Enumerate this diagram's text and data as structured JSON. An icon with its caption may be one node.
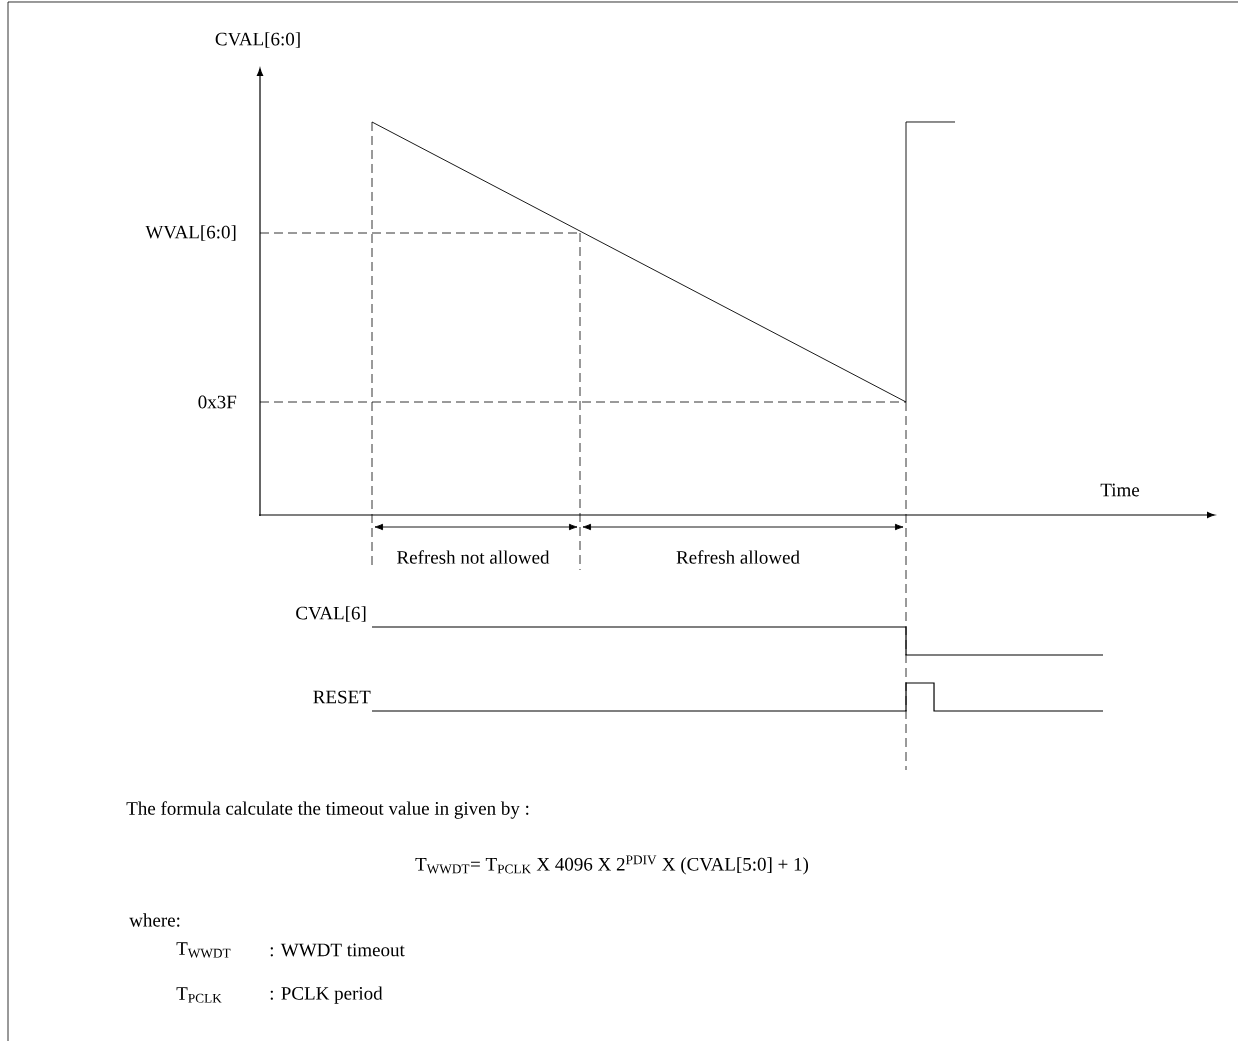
{
  "diagram": {
    "labels": [
      "CVAL[6:0]",
      "WVAL[6:0]",
      "0x3F",
      "Time",
      "Refresh not allowed",
      "Refresh allowed",
      "CVAL[6]",
      "RESET",
      "The formula calculate the timeout value in given by :",
      "T$_{WWDT}$=   T$_{PCLK}$ X   4096   X   2$^{PDIV}$ X   (CVAL[5:0] + 1)",
      "where:",
      "T$_{WWDT}$",
      ": WWDT timeout",
      "T$_{PCLK}$",
      ": PCLK period"
    ]
  }
}
